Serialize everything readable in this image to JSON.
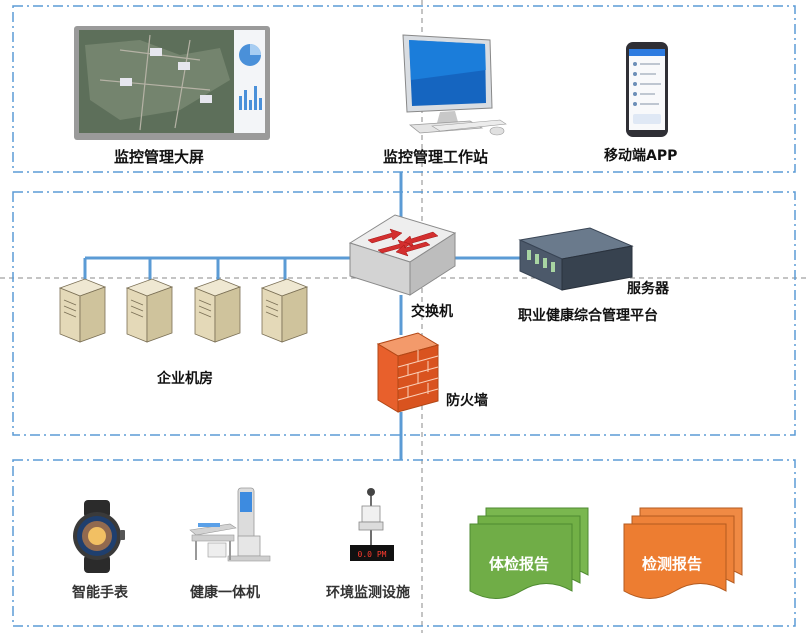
{
  "top": {
    "screen_label": "监控管理大屏",
    "workstation_label": "监控管理工作站",
    "app_label": "移动端APP"
  },
  "middle": {
    "switch_label": "交换机",
    "server_label": "服务器",
    "platform_label": "职业健康综合管理平台",
    "datacenter_label": "企业机房",
    "firewall_label": "防火墙"
  },
  "bottom": {
    "watch_label": "智能手表",
    "kiosk_label": "健康一体机",
    "env_label": "环境监测设施",
    "exam_report_label": "体检报告",
    "test_report_label": "检测报告",
    "env_display_text": "0.0 PM"
  },
  "colors": {
    "zone_border": "#5b9bd5",
    "link": "#5b9bd5",
    "exam_report": "#70ad47",
    "test_report": "#ed7d31",
    "firewall": "#e8602c"
  }
}
